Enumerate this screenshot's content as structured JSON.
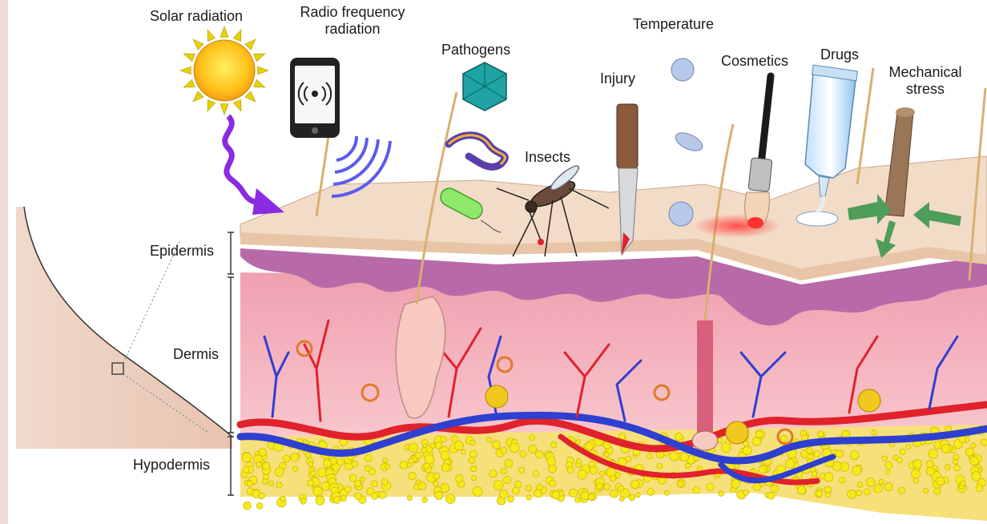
{
  "stressors": {
    "solar": "Solar radiation",
    "radio_line1": "Radio frequency",
    "radio_line2": "radiation",
    "pathogens": "Pathogens",
    "temperature": "Temperature",
    "cosmetics": "Cosmetics",
    "drugs": "Drugs",
    "injury": "Injury",
    "insects": "Insects",
    "mech_line1": "Mechanical",
    "mech_line2": "stress"
  },
  "layers": {
    "epidermis": "Epidermis",
    "dermis": "Dermis",
    "hypodermis": "Hypodermis"
  },
  "colors": {
    "epidermis_top": "#f3dcc7",
    "dermis": "#f4b7bf",
    "fat": "#f3e400",
    "artery": "#e0222c",
    "vein": "#2f3fd0",
    "uv_arrow": "#8a2be2",
    "radio_waves": "#5b5bef"
  }
}
